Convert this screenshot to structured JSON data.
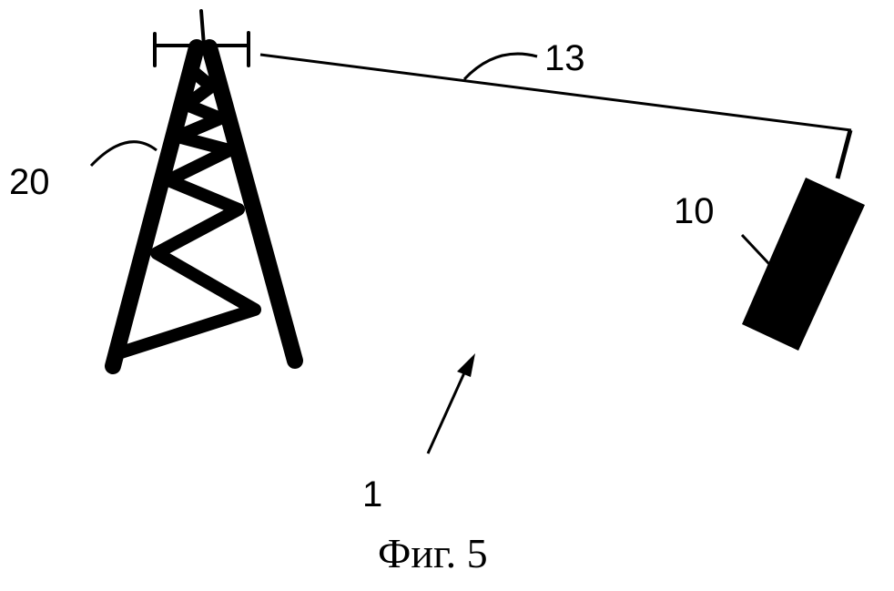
{
  "labels": {
    "tower": "20",
    "link": "13",
    "device": "10",
    "system": "1"
  },
  "caption": "Фиг. 5",
  "colors": {
    "ink": "#000000",
    "background": "#ffffff"
  }
}
